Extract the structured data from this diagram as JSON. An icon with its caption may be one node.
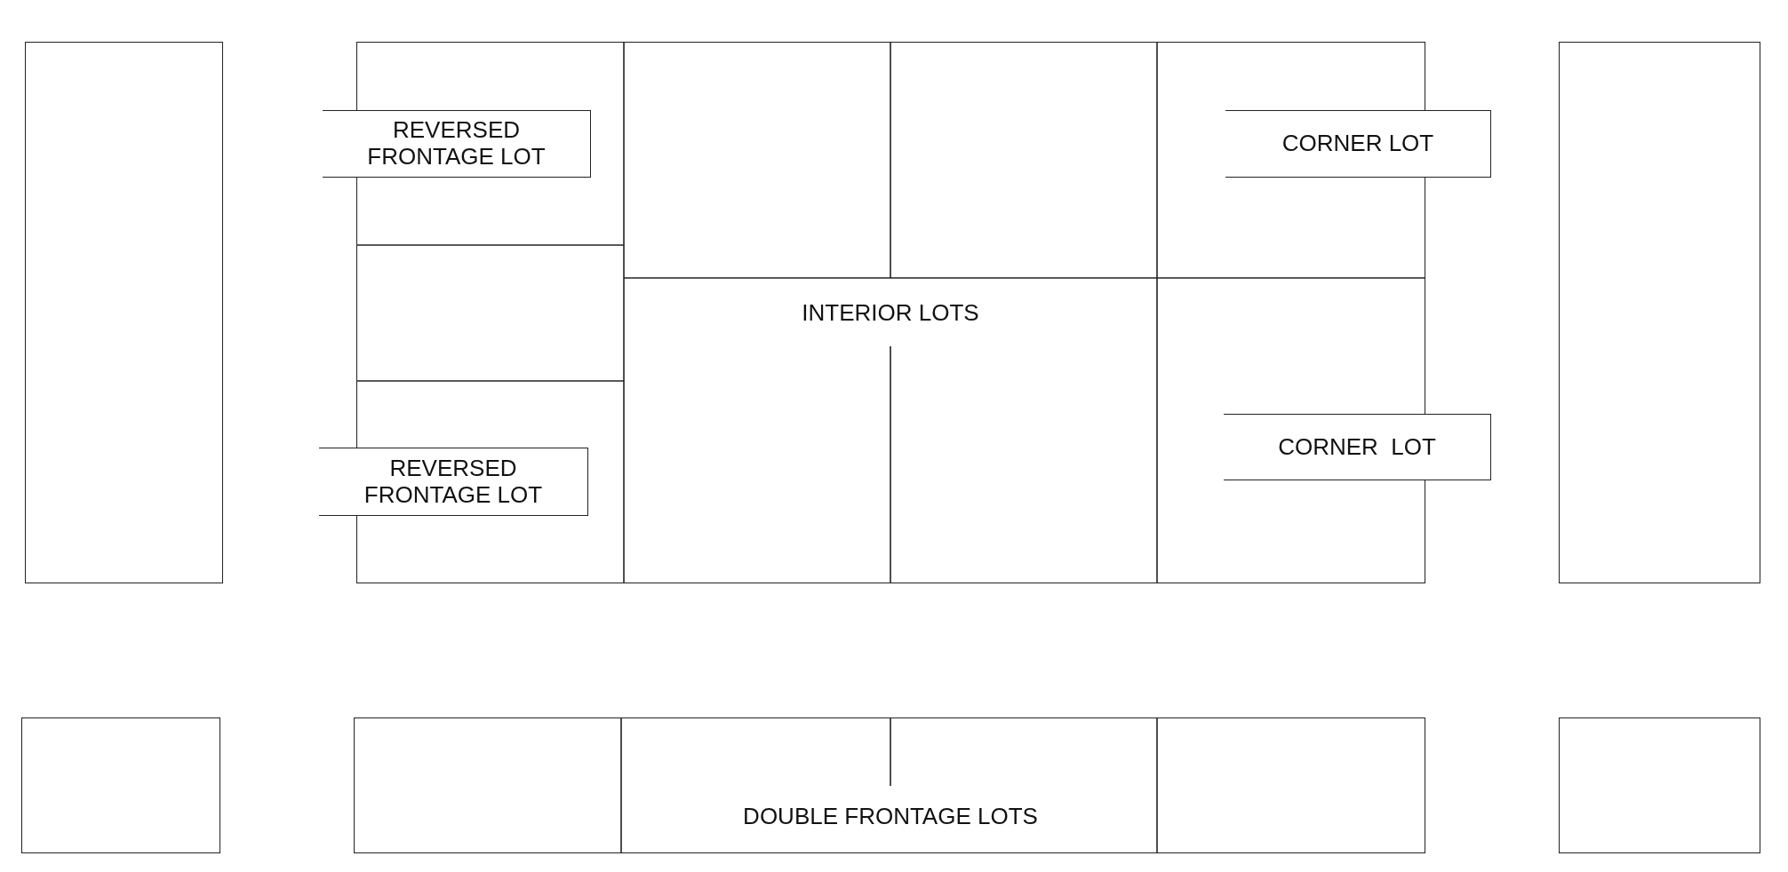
{
  "diagram": {
    "nodes": [
      {
        "text": [],
        "shape": "box"
      },
      {
        "text": [],
        "shape": "box"
      },
      {
        "text": [
          "REVERSED FRONTAGE LOT"
        ]
      },
      {
        "text": [
          "CORNER LOT"
        ]
      },
      {
        "text": [
          "REVERSED FRONTAGE LOT"
        ]
      },
      {
        "text": [
          "CORNER  LOT"
        ]
      },
      {
        "text": [],
        "shape": "box"
      },
      {
        "text": [],
        "shape": "box"
      },
      {
        "text": [],
        "shape": "box"
      },
      {
        "text": [],
        "shape": "box"
      }
    ],
    "labels": [
      "INTERIOR LOTS",
      "DOUBLE FRONTAGE LOTS"
    ]
  }
}
